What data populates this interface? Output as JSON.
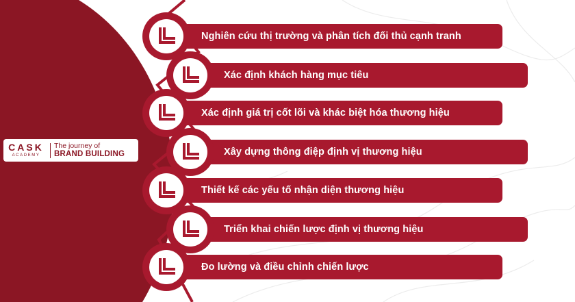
{
  "colors": {
    "brand_red": "#8b1624",
    "bar_red": "#a8192e",
    "background": "#ffffff"
  },
  "logo": {
    "brand": "CASK",
    "sub": "ACADEMY",
    "tagline_top": "The journey of",
    "tagline_bottom": "BRAND BUILDING"
  },
  "steps": [
    {
      "label": "Nghiên cứu thị trường và phân tích đối thủ cạnh tranh",
      "icon": "double-chevron-down-left-icon"
    },
    {
      "label": "Xác định khách hàng mục tiêu",
      "icon": "double-chevron-down-left-icon"
    },
    {
      "label": "Xác định giá trị cốt lõi và khác biệt hóa thương hiệu",
      "icon": "double-chevron-down-left-icon"
    },
    {
      "label": "Xây dựng thông điệp định vị thương hiệu",
      "icon": "double-chevron-down-left-icon"
    },
    {
      "label": "Thiết kế các yếu tố nhận diện thương hiệu",
      "icon": "double-chevron-down-left-icon"
    },
    {
      "label": "Triển khai chiến lược định vị thương hiệu",
      "icon": "double-chevron-down-left-icon"
    },
    {
      "label": "Đo lường và điều chỉnh chiến lược",
      "icon": "double-chevron-down-left-icon"
    }
  ]
}
